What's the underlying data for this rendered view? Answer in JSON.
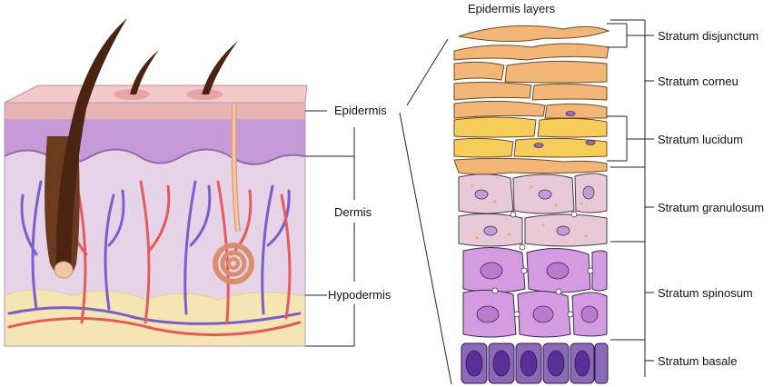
{
  "title": "Epidermis layers",
  "left_labels": {
    "epidermis": "Epidermis",
    "dermis": "Dermis",
    "hypodermis": "Hypodermis"
  },
  "right_labels": {
    "disjunctum": "Stratum disjunctum",
    "corneu": "Stratum corneu",
    "lucidum": "Stratum lucidum",
    "granulosum": "Stratum granulosum",
    "spinosum": "Stratum spinosum",
    "basale": "Stratum basale"
  },
  "colors": {
    "corneum": "#f2b777",
    "lucidum": "#f7cd5a",
    "granulosum": "#e8c9d8",
    "spinosum": "#d59be0",
    "basale": "#8d6ab8",
    "nucleus_basale": "#5a2f98",
    "dermis": "#e6d3e8",
    "epidermis_band": "#c69ad7",
    "hypodermis": "#f5e5b3",
    "hair": "#4a2410",
    "artery": "#e25c5c",
    "vein": "#7a5fc8"
  }
}
